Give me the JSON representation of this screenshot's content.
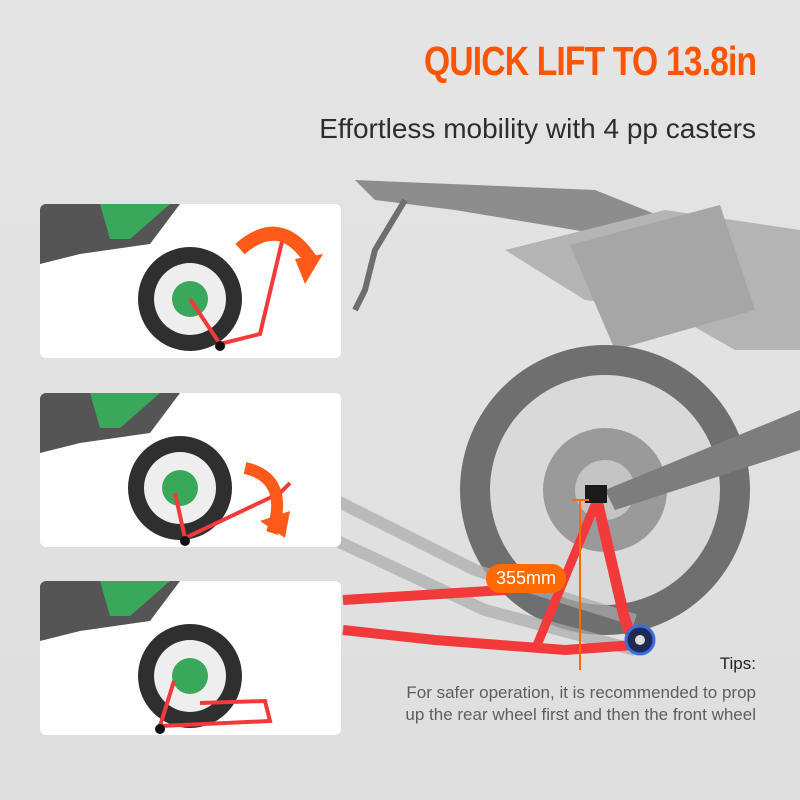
{
  "header": {
    "title": "QUICK LIFT TO 13.8in",
    "subtitle": "Effortless mobility with 4 pp casters"
  },
  "steps": [
    {
      "label": "step-1",
      "arrow_direction": "clockwise-down"
    },
    {
      "label": "step-2",
      "arrow_direction": "downward"
    },
    {
      "label": "step-3",
      "arrow_direction": "none"
    }
  ],
  "main_image": {
    "measurement_label": "355mm"
  },
  "tips": {
    "title": "Tips:",
    "text": "For safer operation, it is recommended to prop up the rear wheel first and then the front wheel"
  },
  "colors": {
    "accent": "#ff5500",
    "stand_red": "#f23a3a",
    "badge": "#ff6a00",
    "background": "#e2e2e2",
    "bike_green": "#3aa85a"
  }
}
